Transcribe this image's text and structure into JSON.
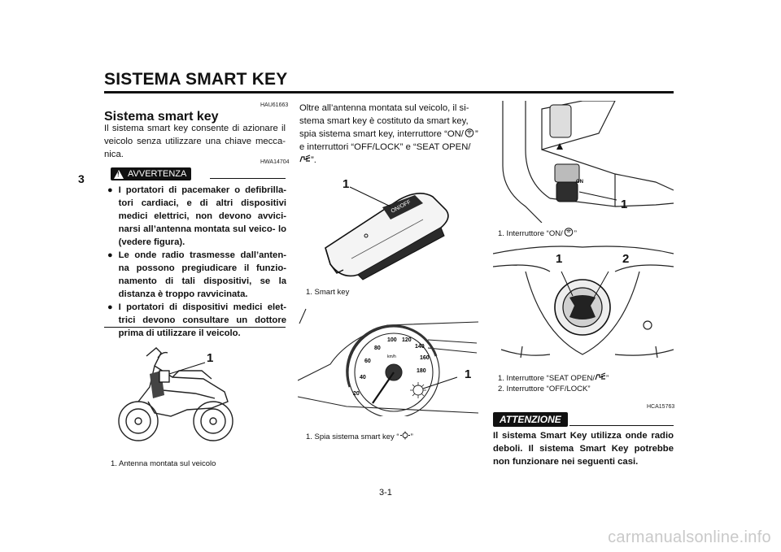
{
  "header": {
    "title": "SISTEMA SMART KEY",
    "chapter": "3"
  },
  "left": {
    "code1": "HAU61663",
    "heading": "Sistema smart key",
    "intro": "Il sistema smart key consente di azionare il veicolo senza utilizzare una chiave mecca- nica.",
    "code2": "HWA14704",
    "warning_label": "AVVERTENZA",
    "bullets": [
      "I portatori di pacemaker o defibrilla- tori cardiaci, e di altri dispositivi medici elettrici, non devono avvici- narsi all’antenna montata sul veico- lo (vedere figura).",
      "Le onde radio trasmesse dall’anten- na possono pregiudicare il funzio- namento di tali dispositivi, se la distanza è troppo ravvicinata.",
      "I portatori di dispositivi medici elet- trici devono consultare un dottore prima di utilizzare il veicolo."
    ],
    "figure_callout": "1",
    "figure_caption": "1. Antenna montata sul veicolo"
  },
  "middle": {
    "para_line1": "Oltre all’antenna montata sul veicolo, il si-",
    "para_line2": "stema smart key è costituto da smart key,",
    "para_line3a": "spia sistema smart key, interruttore “ON/",
    "para_line3b": "”",
    "para_line4": "e interruttori “OFF/LOCK” e “SEAT OPEN/",
    "para_line5b": "”.",
    "key_callout": "1",
    "key_on_label": "ON/OFF",
    "key_caption": "1. Smart key",
    "gauge_callout": "1",
    "gauge_speeds": [
      "20",
      "40",
      "60",
      "80",
      "100",
      "120",
      "140",
      "160",
      "180"
    ],
    "gauge_unit": "km/h",
    "gauge_caption_a": "1. Spia sistema smart key “",
    "gauge_caption_b": "”"
  },
  "right": {
    "switch_callout": "1",
    "switch_on_label": "ON",
    "switch_caption_a": "1. Interruttore “ON/",
    "switch_caption_b": "”",
    "seat_callout1": "1",
    "seat_callout2": "2",
    "seat_caption1_a": "1. Interruttore “SEAT OPEN/",
    "seat_caption1_b": "”",
    "seat_caption2": "2. Interruttore “OFF/LOCK”",
    "code3": "HCA15763",
    "attention_label": "ATTENZIONE",
    "attention_text": "Il sistema Smart Key utilizza onde radio deboli. Il sistema Smart Key potrebbe non funzionare nei seguenti casi."
  },
  "footer": {
    "page_number": "3-1",
    "watermark": "carmanualsonline.info"
  }
}
